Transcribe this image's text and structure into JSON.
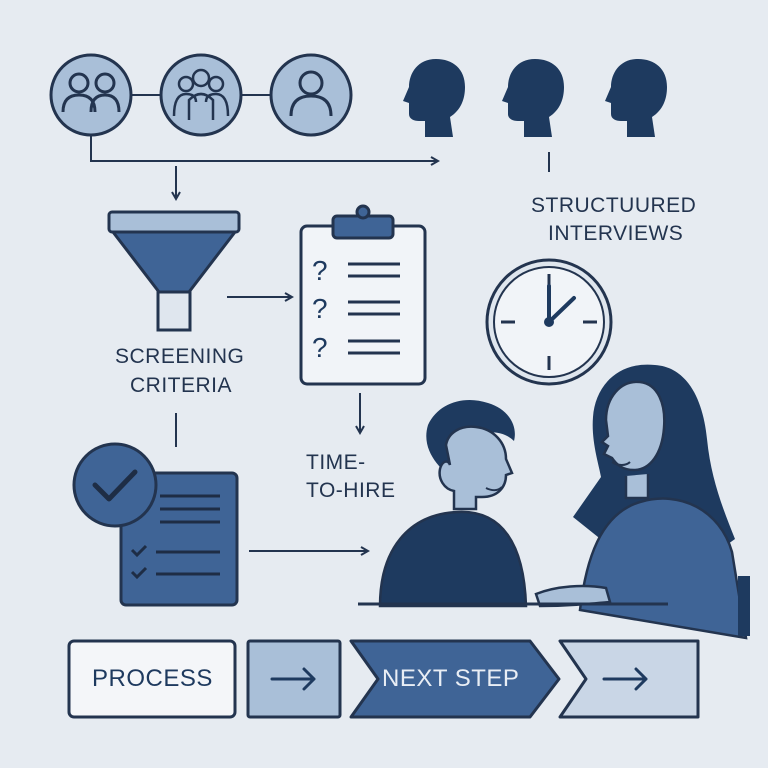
{
  "labels": {
    "structured_interviews_line1": "STRUCTUURED",
    "structured_interviews_line2": "INTERVIEWS",
    "screening_line1": "SCREENING",
    "screening_line2": "CRITERIA",
    "time_line1": "TIME-",
    "time_line2": "TO-HIRE"
  },
  "flow": {
    "process_label": "PROCESS",
    "next_step_label": "NEXT STEP"
  },
  "colors": {
    "background": "#e6ebf1",
    "navy": "#1e3a5f",
    "mid_blue": "#3f6496",
    "light_blue": "#a9bfd8",
    "pale_blue": "#c9d6e6",
    "outline": "#23344f"
  }
}
